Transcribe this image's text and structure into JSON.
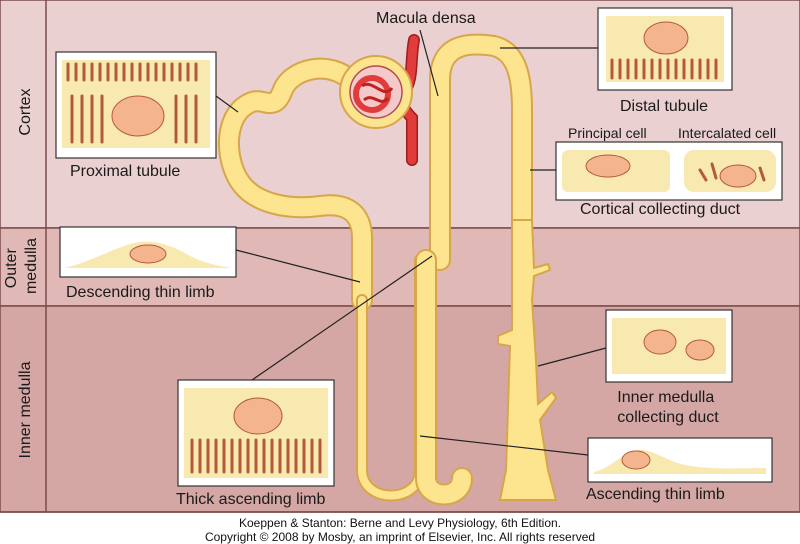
{
  "regions": {
    "cortex": "Cortex",
    "outer_medulla": [
      "Outer",
      "medulla"
    ],
    "inner_medulla": "Inner medulla"
  },
  "labels": {
    "macula_densa": "Macula densa",
    "distal_tubule": "Distal tubule",
    "proximal_tubule": "Proximal tubule",
    "principal_cell": "Principal cell",
    "intercalated_cell": "Intercalated cell",
    "cortical_collecting_duct": "Cortical collecting duct",
    "descending_thin_limb": "Descending thin limb",
    "inner_medulla_collecting_duct": [
      "Inner medulla",
      "collecting duct"
    ],
    "thick_ascending_limb": "Thick ascending limb",
    "ascending_thin_limb": "Ascending thin limb"
  },
  "credits": {
    "line1": "Koeppen & Stanton: Berne and Levy Physiology, 6th Edition.",
    "line2": "Copyright © 2008 by Mosby, an imprint of Elsevier, Inc. All rights reserved"
  },
  "colors": {
    "cortex_band": "#e9cfcf",
    "outer_medulla_band": "#dfb7b5",
    "inner_medulla_band": "#d3a5a3",
    "tubule": "#fde48f",
    "tubule_outline": "#d8a64a",
    "vessel": "#e23b3b",
    "cell": "#f7e9b0",
    "mitochondria": "#b45a3c",
    "nucleus": "#f3b48e"
  }
}
